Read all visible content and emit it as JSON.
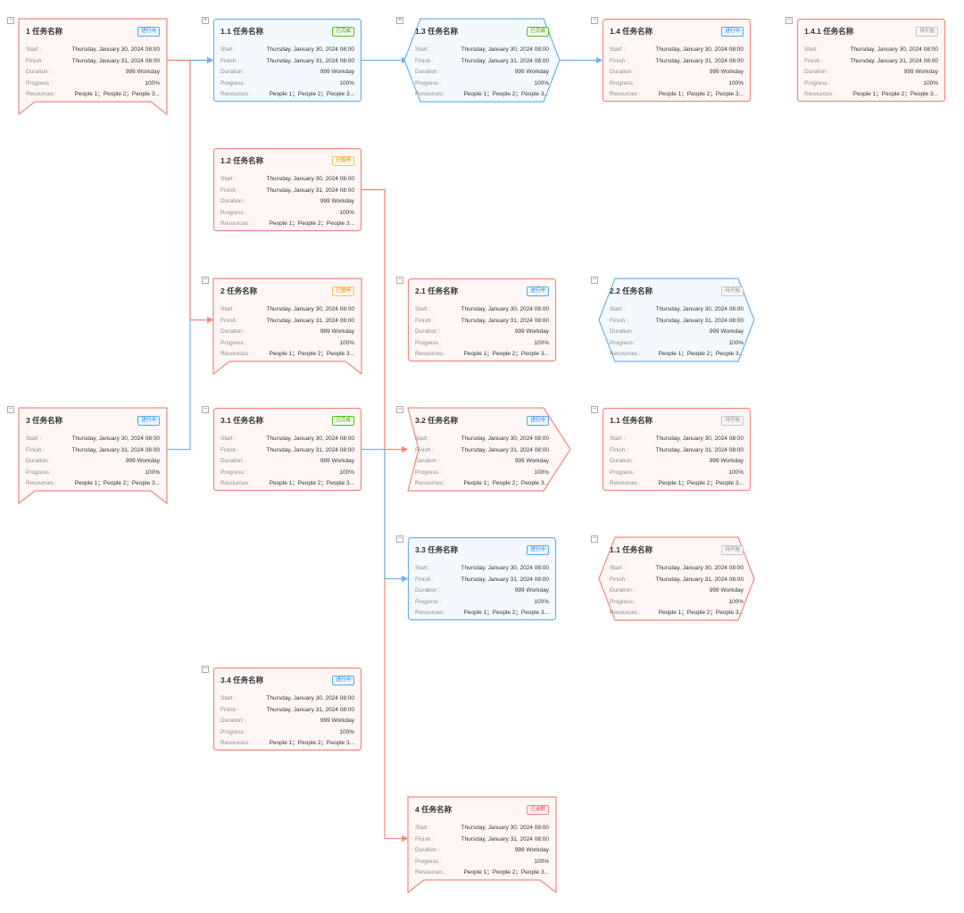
{
  "labels": {
    "start": "Start :",
    "finish": "Finish :",
    "duration": "Duration :",
    "progress": "Progress :",
    "resources": "Resources :"
  },
  "status_colors": {
    "进行中": {
      "border": "#5aa9e6",
      "text": "#1677ff",
      "bg": "#eaf4ff"
    },
    "已完成": {
      "border": "#52c41a",
      "text": "#389e0d",
      "bg": "#f0fbe8"
    },
    "已暂停": {
      "border": "#f7c36a",
      "text": "#d48806",
      "bg": "#fff8e6"
    },
    "已逾期": {
      "border": "#f08a8a",
      "text": "#e54545",
      "bg": "#fff0f0"
    },
    "待开始": {
      "border": "#c8c8c8",
      "text": "#8c8c8c",
      "bg": "#f5f5f5"
    }
  },
  "node_colors": {
    "red": {
      "stroke": "#f08a7e",
      "fill": "#fff6f5"
    },
    "blue": {
      "stroke": "#6cb4ea",
      "fill": "#f4f9ff"
    }
  },
  "edge_colors": {
    "red": "#f08a7e",
    "blue": "#6cb4ea"
  },
  "nodes": [
    {
      "id": "n1",
      "title": "1 任务名称",
      "status": "进行中",
      "shape": "flag",
      "color": "red",
      "toggle": "−",
      "start": "Thursday, January 30, 2024 08:00",
      "finish": "Thursday, January 31, 2024 08:00",
      "duration": "999 Workday",
      "progress": "100%",
      "resources": "People 1；People 2；People 3..."
    },
    {
      "id": "n1_1",
      "title": "1.1 任务名称",
      "status": "已完成",
      "shape": "rect",
      "color": "blue",
      "toggle": "+",
      "start": "Thursday, January 30, 2024 08:00",
      "finish": "Thursday, January 31, 2024 08:00",
      "duration": "999 Workday",
      "progress": "100%",
      "resources": "People 1；People 2；People 3..."
    },
    {
      "id": "n1_3",
      "title": "1.3 任务名称",
      "status": "已完成",
      "shape": "hex",
      "color": "blue",
      "toggle": "+",
      "start": "Thursday, January 30, 2024 08:00",
      "finish": "Thursday, January 31, 2024 08:00",
      "duration": "999 Workday",
      "progress": "100%",
      "resources": "People 1；People 2；People 3..."
    },
    {
      "id": "n1_4",
      "title": "1.4 任务名称",
      "status": "进行中",
      "shape": "rect",
      "color": "red",
      "toggle": "−",
      "start": "Thursday, January 30, 2024 08:00",
      "finish": "Thursday, January 31, 2024 08:00",
      "duration": "999 Workday",
      "progress": "100%",
      "resources": "People 1；People 2；People 3..."
    },
    {
      "id": "n1_4_1",
      "title": "1.4.1 任务名称",
      "status": "待开始",
      "shape": "rect",
      "color": "red",
      "toggle": "−",
      "start": "Thursday, January 30, 2024 08:00",
      "finish": "Thursday, January 31, 2024 08:00",
      "duration": "999 Workday",
      "progress": "100%",
      "resources": "People 1；People 2；People 3..."
    },
    {
      "id": "n1_2",
      "title": "1.2 任务名称",
      "status": "已暂停",
      "shape": "rect",
      "color": "red",
      "toggle": "",
      "start": "Thursday, January 30, 2024 08:00",
      "finish": "Thursday, January 31, 2024 08:00",
      "duration": "999 Workday",
      "progress": "100%",
      "resources": "People 1；People 2；People 3..."
    },
    {
      "id": "n2",
      "title": "2 任务名称",
      "status": "已暂停",
      "shape": "flag",
      "color": "red",
      "toggle": "−",
      "start": "Thursday, January 30, 2024 08:00",
      "finish": "Thursday, January 31, 2024 08:00",
      "duration": "999 Workday",
      "progress": "100%",
      "resources": "People 1；People 2；People 3..."
    },
    {
      "id": "n2_1",
      "title": "2.1 任务名称",
      "status": "进行中",
      "shape": "rect",
      "color": "red",
      "toggle": "−",
      "start": "Thursday, January 30, 2024 08:00",
      "finish": "Thursday, January 31, 2024 08:00",
      "duration": "999 Workday",
      "progress": "100%",
      "resources": "People 1；People 2；People 3..."
    },
    {
      "id": "n2_2",
      "title": "2.2 任务名称",
      "status": "待开始",
      "shape": "hex",
      "color": "blue",
      "toggle": "−",
      "start": "Thursday, January 30, 2024 08:00",
      "finish": "Thursday, January 31, 2024 08:00",
      "duration": "999 Workday",
      "progress": "100%",
      "resources": "People 1；People 2；People 3..."
    },
    {
      "id": "n3",
      "title": "3 任务名称",
      "status": "进行中",
      "shape": "flag",
      "color": "red",
      "toggle": "−",
      "start": "Thursday, January 30, 2024 08:00",
      "finish": "Thursday, January 31, 2024 08:00",
      "duration": "999 Workday",
      "progress": "100%",
      "resources": "People 1；People 2；People 3..."
    },
    {
      "id": "n3_1",
      "title": "3.1 任务名称",
      "status": "已完成",
      "shape": "rect",
      "color": "red",
      "toggle": "−",
      "start": "Thursday, January 30, 2024 08:00",
      "finish": "Thursday, January 31, 2024 08:00",
      "duration": "999 Workday",
      "progress": "100%",
      "resources": "People 1；People 2；People 3..."
    },
    {
      "id": "n3_2",
      "title": "3.2 任务名称",
      "status": "进行中",
      "shape": "arrow",
      "color": "red",
      "toggle": "−",
      "start": "Thursday, January 30, 2024 08:00",
      "finish": "Thursday, January 31, 2024 08:00",
      "duration": "999 Workday",
      "progress": "100%",
      "resources": "People 1；People 2；People 3..."
    },
    {
      "id": "n1_1b",
      "title": "1.1 任务名称",
      "status": "待开始",
      "shape": "rect",
      "color": "red",
      "toggle": "−",
      "start": "Thursday, January 30, 2024 08:00",
      "finish": "Thursday, January 31, 2024 08:00",
      "duration": "999 Workday",
      "progress": "100%",
      "resources": "People 1；People 2；People 3..."
    },
    {
      "id": "n3_3",
      "title": "3.3 任务名称",
      "status": "进行中",
      "shape": "rect",
      "color": "blue",
      "toggle": "−",
      "start": "Thursday, January 30, 2024 08:00",
      "finish": "Thursday, January 31, 2024 08:00",
      "duration": "999 Workday",
      "progress": "100%",
      "resources": "People 1；People 2；People 3..."
    },
    {
      "id": "n1_1c",
      "title": "1.1 任务名称",
      "status": "待开始",
      "shape": "hex",
      "color": "red",
      "toggle": "−",
      "start": "Thursday, January 30, 2024 08:00",
      "finish": "Thursday, January 31, 2024 08:00",
      "duration": "999 Workday",
      "progress": "100%",
      "resources": "People 1；People 2；People 3..."
    },
    {
      "id": "n3_4",
      "title": "3.4 任务名称",
      "status": "进行中",
      "shape": "rect",
      "color": "red",
      "toggle": "−",
      "start": "Thursday, January 30, 2024 08:00",
      "finish": "Thursday, January 31, 2024 08:00",
      "duration": "999 Workday",
      "progress": "100%",
      "resources": "People 1；People 2；People 3..."
    },
    {
      "id": "n4",
      "title": "4 任务名称",
      "status": "已逾期",
      "shape": "flag",
      "color": "red",
      "toggle": "",
      "start": "Thursday, January 30, 2024 08:00",
      "finish": "Thursday, January 31, 2024 08:00",
      "duration": "999 Workday",
      "progress": "100%",
      "resources": "People 1；People 2；People 3..."
    }
  ],
  "edges": [
    {
      "from": "n1",
      "to": "n1_1",
      "color": "red"
    },
    {
      "from": "n1_1",
      "to": "n1_3",
      "color": "blue"
    },
    {
      "from": "n1_3",
      "to": "n1_4",
      "color": "blue"
    },
    {
      "from": "n3",
      "to": "n1_1",
      "color": "blue"
    },
    {
      "from": "n1",
      "to": "n2",
      "color": "red"
    },
    {
      "from": "n1_2",
      "to": "n3_2",
      "color": "red"
    },
    {
      "from": "n1_2",
      "to": "n4",
      "color": "red"
    },
    {
      "from": "n3_1",
      "to": "n3_3",
      "color": "blue"
    }
  ]
}
